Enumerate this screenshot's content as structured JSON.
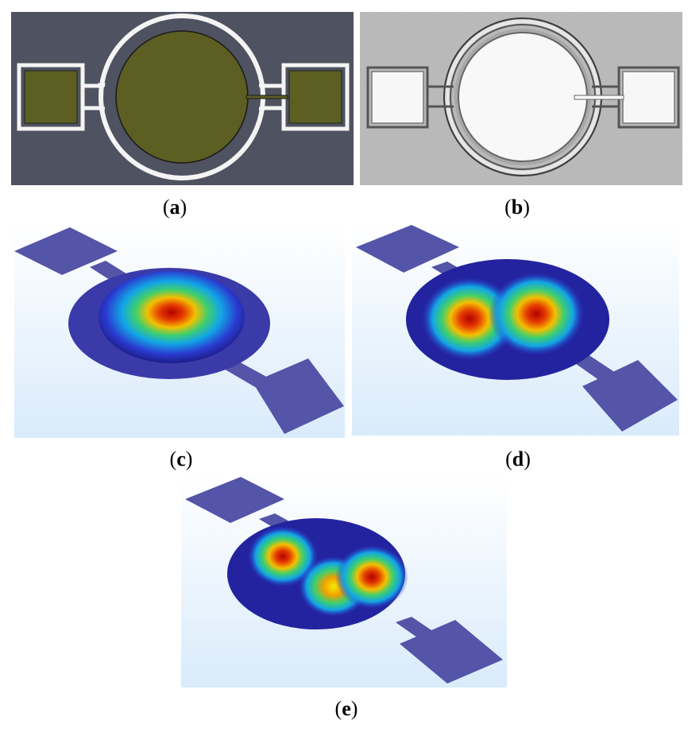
{
  "figure": {
    "panels": [
      {
        "id": "a",
        "label": "(a)",
        "content": "resonator-design-layout"
      },
      {
        "id": "b",
        "label": "(b)",
        "content": "fabricated-resonator-micrograph"
      },
      {
        "id": "c",
        "label": "(c)",
        "content": "mode-shape-single-lobe"
      },
      {
        "id": "d",
        "label": "(d)",
        "content": "mode-shape-two-lobes"
      },
      {
        "id": "e",
        "label": "(e)",
        "content": "mode-shape-three-lobes"
      }
    ],
    "captions": {
      "a": {
        "open": "(",
        "letter": "a",
        "close": ")"
      },
      "b": {
        "open": "(",
        "letter": "b",
        "close": ")"
      },
      "c": {
        "open": "(",
        "letter": "c",
        "close": ")"
      },
      "d": {
        "open": "(",
        "letter": "d",
        "close": ")"
      },
      "e": {
        "open": "(",
        "letter": "e",
        "close": ")"
      }
    },
    "colors": {
      "layout_background": "#4f5260",
      "electrode_fill": "#5c5e22",
      "trace_white": "#f4f4f4",
      "micrograph_background": "#b9b9b9",
      "pad_color": "#5454a8",
      "sim_background": "#e6f1fb",
      "mode_low": "#1d1d8a",
      "mode_high": "#b30000"
    }
  }
}
